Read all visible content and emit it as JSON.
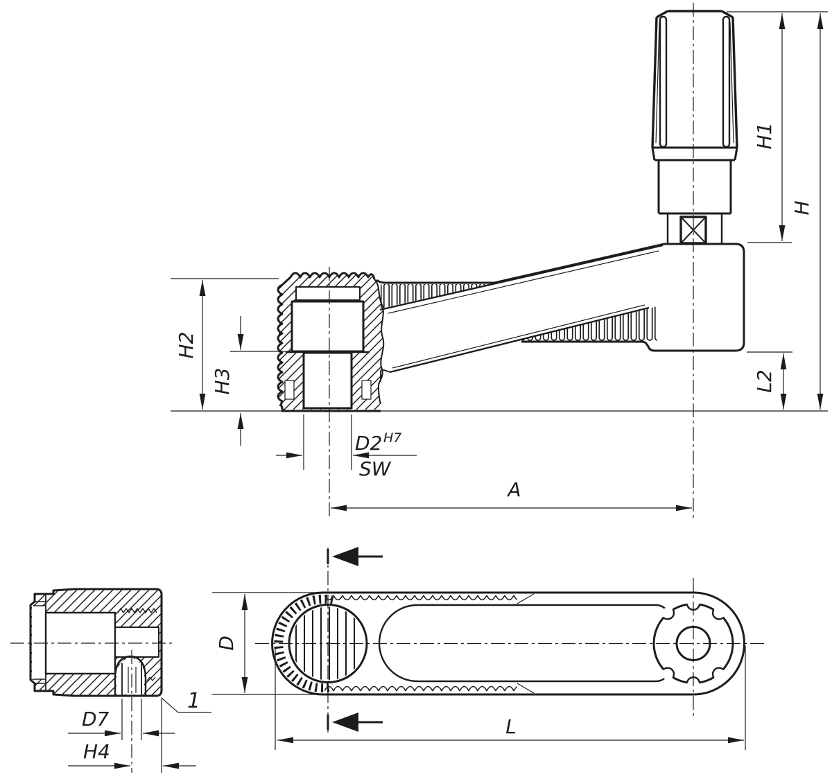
{
  "drawing": {
    "title": "crank-handle-technical-drawing",
    "background": "#ffffff",
    "line_color": "#1c1c1c",
    "labels": {
      "h1": "H1",
      "h": "H",
      "h2": "H2",
      "h3": "H3",
      "l2": "L2",
      "d2": "D2",
      "d2_tol": "H7",
      "sw": "SW",
      "a": "A",
      "d7": "D7",
      "h4": "H4",
      "callout_1": "1",
      "d": "D",
      "l": "L"
    }
  }
}
